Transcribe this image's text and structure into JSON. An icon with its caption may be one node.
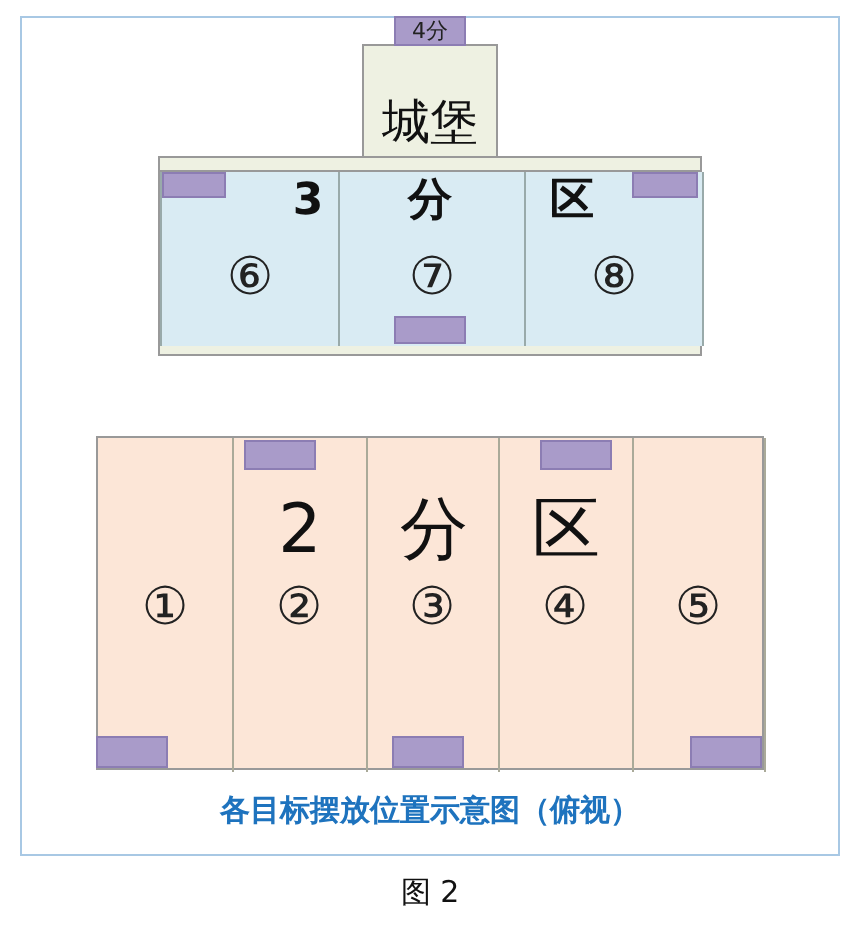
{
  "diagram": {
    "title": "各目标摆放位置示意图（俯视）",
    "caption": "图 2",
    "nodes": [
      {
        "text": [
          "4分"
        ]
      },
      {
        "text": [
          "城堡"
        ]
      },
      {
        "text": [],
        "shape": "box"
      },
      {
        "text": [
          "3",
          "⑥"
        ],
        "in": 2
      },
      {
        "text": [
          "分",
          "⑦"
        ],
        "in": 2
      },
      {
        "text": [
          "区",
          "⑧"
        ],
        "in": 2
      },
      {
        "text": [],
        "shape": "box"
      },
      {
        "text": [
          "①"
        ],
        "in": 6
      },
      {
        "text": [
          "2",
          "②"
        ],
        "in": 6
      },
      {
        "text": [
          "分",
          "③"
        ],
        "in": 6
      },
      {
        "text": [
          "区",
          "④"
        ],
        "in": 6
      },
      {
        "text": [
          "⑤"
        ],
        "in": 6
      }
    ],
    "edges": []
  }
}
